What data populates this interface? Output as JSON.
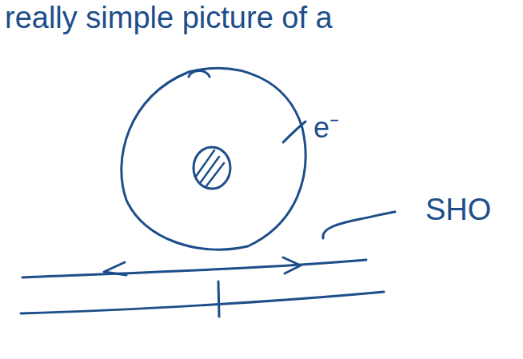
{
  "diagram": {
    "title": "really simple picture of a",
    "labels": [
      "e⁻",
      "SHO"
    ]
  }
}
